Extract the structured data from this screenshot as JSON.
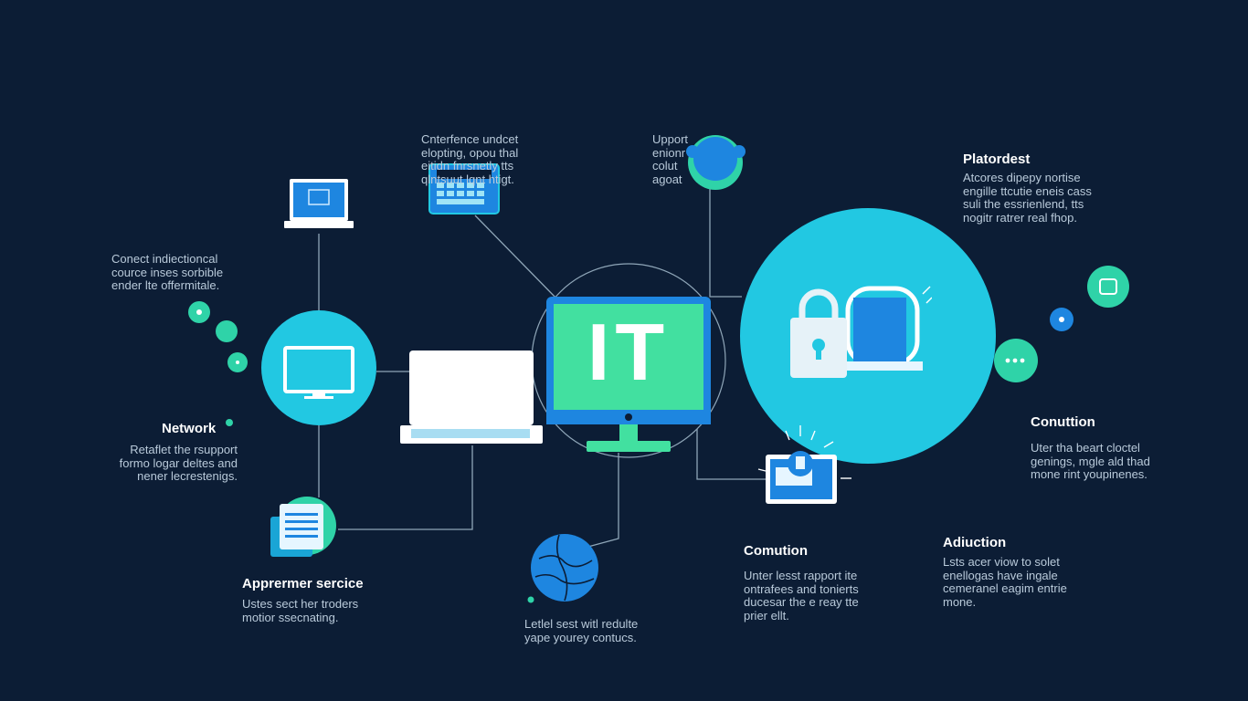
{
  "center_label": "IT",
  "blocks": {
    "top_center": {
      "text": "Cnterfence undcet\nelopting, opou thal\neitidn fnrsnetly tts\nqlntsuut lqnt htigt."
    },
    "top_support": {
      "text": "Upport\nenionr\ncolut\nagoat"
    },
    "platordest": {
      "title": "Platordest",
      "text": "Atcores dipepy nortise\nengille ttcutie eneis cass\nsuli the essrienlend, tts\nnogitr ratrer real fhop."
    },
    "left_top": {
      "text": "Conect indiectioncal\ncource inses sorbible\nender lte offermitale."
    },
    "network": {
      "title": "Network",
      "text": "Retaflet the rsupport\nformo logar deltes and\nnener lecrestenigs."
    },
    "apprenner": {
      "title": "Apprermer sercice",
      "text": "Ustes sect her troders\nmotior ssecnating."
    },
    "bottom_center": {
      "text": "Letlel sest witl redulte\nyape yourey contucs."
    },
    "conution_bottom": {
      "title": "Comution",
      "text": "Unter lesst rapport ite\nontrafees and tonierts\nducesar the e reay tte\nprier ellt."
    },
    "adiuction": {
      "title": "Adiuction",
      "text": "Lsts acer viow to solet\nenellogas have ingale\ncemeranel eagim entrie\nmone."
    },
    "conuttion_right": {
      "title": "Conuttion",
      "text": "Uter tha beart cloctel\ngenings, mgle ald thad\nmone rint youpinenes."
    }
  },
  "colors": {
    "background": "#0c1d35",
    "cyan": "#22c8e2",
    "teal": "#3fd6b0",
    "green": "#42e0a0",
    "blue": "#1e86e0",
    "line": "#8fa6b8"
  },
  "icons": [
    "laptop-icon",
    "keyboard-panel-icon",
    "support-badge-icon",
    "monitor-icon",
    "laptop-white-icon",
    "it-monitor-icon",
    "lock-icon",
    "document-stack-icon",
    "globe-icon",
    "notification-card-icon",
    "chat-bubble-icon"
  ]
}
